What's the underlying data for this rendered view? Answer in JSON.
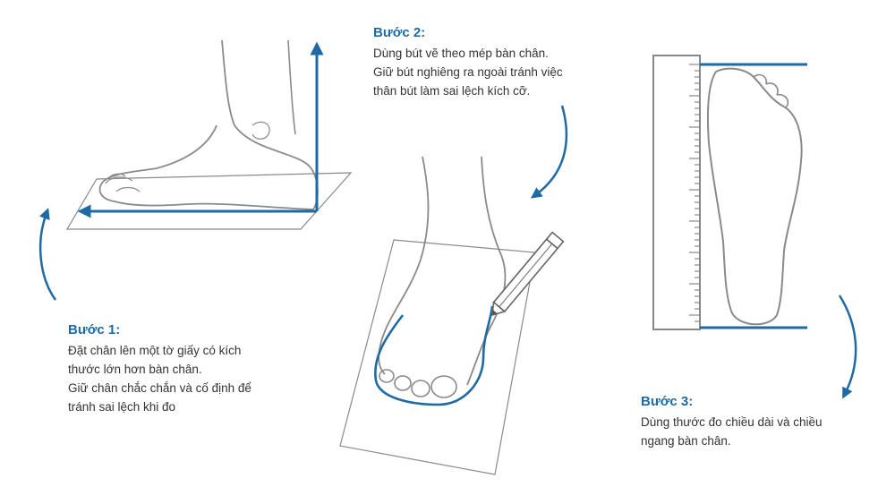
{
  "steps": [
    {
      "title": "Bước 1:",
      "lines": [
        "Đặt chân lên một tờ giấy có kích",
        "thước lớn hơn bàn chân.",
        "Giữ chân chắc chắn và cố định để",
        "tránh sai lệch khi đo"
      ]
    },
    {
      "title": "Bước 2:",
      "lines": [
        "Dùng bút vẽ theo mép bàn chân.",
        "Giữ bút nghiêng ra ngoài tránh việc",
        "thân bút làm sai lệch kích cỡ."
      ]
    },
    {
      "title": "Bước 3:",
      "lines": [
        "Dùng thước đo chiều dài và chiều",
        "ngang bàn chân."
      ]
    }
  ],
  "colors": {
    "accent": "#1f6aa5",
    "sketch": "#888888",
    "text": "#333333"
  }
}
